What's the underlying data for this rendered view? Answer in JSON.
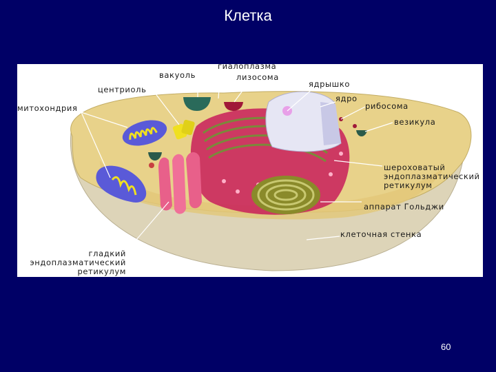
{
  "slide": {
    "title": "Клетка",
    "page_number": "60"
  },
  "diagram": {
    "labels": {
      "vacuole": "вакуоль",
      "hyaloplasm": "гиалоплазма",
      "lysosome": "лизосома",
      "centriole": "центриоль",
      "mitochondria": "митохондрия",
      "nucleolus": "ядрышко",
      "nucleus": "ядро",
      "ribosome": "рибосома",
      "vesicle": "везикула",
      "rough_er_1": "шероховатый",
      "rough_er_2": "эндоплазматический",
      "rough_er_3": "ретикулум",
      "golgi": "аппарат Гольджи",
      "cell_wall": "клеточная стенка",
      "smooth_er_1": "гладкий",
      "smooth_er_2": "эндоплазматический",
      "smooth_er_3": "ретикулум"
    },
    "colors": {
      "cytoplasm": "#e8d28a",
      "cell_wall": "#ddd4b8",
      "nucleus": "#e6e6f4",
      "rough_er": "#c81e5a",
      "golgi": "#8a8a2a",
      "mitochondria": "#5a5ad8",
      "centriole": "#f0e020",
      "vacuole": "#2a6a5a",
      "lysosome": "#a01838"
    }
  }
}
